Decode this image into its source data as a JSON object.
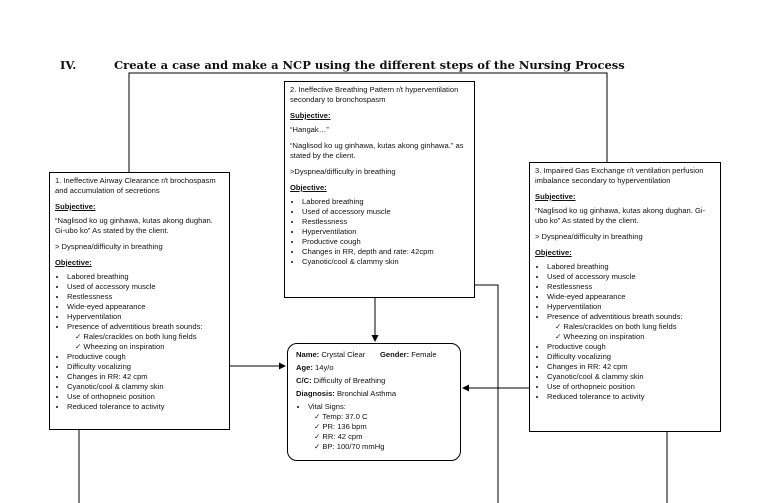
{
  "heading": {
    "number": "IV.",
    "title": "Create a case and make a NCP using the different steps of the Nursing Process"
  },
  "box1": {
    "title": "1. Ineffective Airway Clearance r/t brochospasm and accumulation of secretions",
    "subjective_label": "Subjective:",
    "subjective_quote": "“Naglisod ko ug ginhawa, kutas akong dughan. Gi-ubo ko” As stated by the client.",
    "subjective_note": "> Dyspnea/difficulty in breathing",
    "objective_label": "Objective:",
    "objective_items": [
      "Labored breathing",
      "Used of accessory muscle",
      "Restlessness",
      "Wide-eyed appearance",
      "Hyperventilation",
      "Presence of adventitious breath sounds:",
      "Productive cough",
      "Difficulty vocalizing",
      "Changes in RR: 42 cpm",
      "Cyanotic/cool & clammy skin",
      "Use of orthopneic position",
      "Reduced tolerance to activity"
    ],
    "breath_sounds": [
      "Rales/crackles on both lung fields",
      "Wheezing on inspiration"
    ]
  },
  "box2": {
    "title": "2. Ineffective Breathing Pattern r/t hyperventilation secondary to bronchospasm",
    "subjective_label": "Subjective:",
    "quote1": "“Hangak…”",
    "quote2": "“Naglisod ko ug ginhawa, kutas akong ginhawa.” as stated by the client.",
    "subjective_note": ">Dyspnea/difficulty in breathing",
    "objective_label": "Objective:",
    "objective_items": [
      "Labored breathing",
      "Used of accessory muscle",
      "Restlessness",
      "Hyperventilation",
      "Productive cough",
      "Changes in RR, depth and rate: 42cpm",
      "Cyanotic/cool & clammy skin"
    ]
  },
  "box3": {
    "title": "3. Impaired Gas Exchange r/t ventilation perfusion imbalance secondary to hyperventilation",
    "subjective_label": "Subjective:",
    "subjective_quote": "“Naglisod ko ug ginhawa, kutas akong dughan. Gi-ubo ko” As stated by the client.",
    "subjective_note": "> Dyspnea/difficulty in breathing",
    "objective_label": "Objective:",
    "objective_items": [
      "Labored breathing",
      "Used of accessory muscle",
      "Restlessness",
      "Wide-eyed appearance",
      "Hyperventilation",
      "Presence of adventitious breath sounds:",
      "Productive cough",
      "Difficulty vocalizing",
      "Changes in RR: 42 cpm",
      "Cyanotic/cool & clammy skin",
      "Use of orthopneic position",
      "Reduced tolerance to activity"
    ],
    "breath_sounds": [
      "Rales/crackles on both lung fields",
      "Wheezing on inspiration"
    ]
  },
  "patient": {
    "name_label": "Name:",
    "name": "Crystal Clear",
    "gender_label": "Gender:",
    "gender": "Female",
    "age_label": "Age:",
    "age": "14y/o",
    "cc_label": "C/C:",
    "cc": "Difficulty of Breathing",
    "diagnosis_label": "Diagnosis:",
    "diagnosis": "Bronchial Asthma",
    "vitals_label": "Vital Signs:",
    "vitals": [
      "Temp: 37.0 C",
      "PR: 136 bpm",
      "RR: 42 cpm",
      "BP: 100/70 mmHg"
    ]
  }
}
